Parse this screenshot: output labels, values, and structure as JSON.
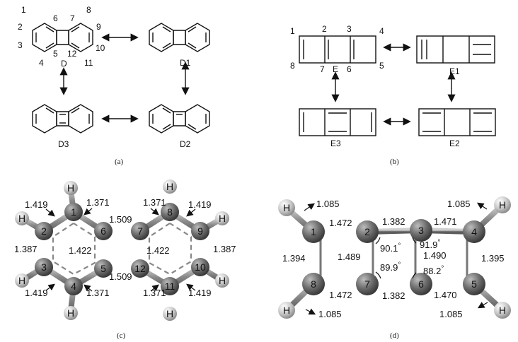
{
  "panels": {
    "a": {
      "caption": "(a)",
      "atom_labels": [
        "1",
        "2",
        "3",
        "4",
        "5",
        "6",
        "7",
        "8",
        "9",
        "10",
        "11",
        "12"
      ],
      "structure_labels": {
        "D": "D",
        "D1": "D1",
        "D2": "D2",
        "D3": "D3"
      }
    },
    "b": {
      "caption": "(b)",
      "atom_labels": [
        "1",
        "2",
        "3",
        "4",
        "5",
        "6",
        "7",
        "8"
      ],
      "structure_labels": {
        "E": "E",
        "E1": "E1",
        "E2": "E2",
        "E3": "E3"
      }
    },
    "c": {
      "caption": "(c)",
      "atoms": [
        "1",
        "2",
        "3",
        "4",
        "5",
        "6",
        "7",
        "8",
        "9",
        "10",
        "11",
        "12"
      ],
      "hydrogen": "H",
      "bond_lengths": {
        "c1h": "1.419",
        "c1_6": "1.371",
        "c6_7": "1.509",
        "c7_8": "1.371",
        "c8h": "1.419",
        "c2_3": "1.387",
        "c6_5": "1.422",
        "c7_12": "1.422",
        "c9_10": "1.387",
        "c5_12": "1.509",
        "c3h": "1.419",
        "c4_5": "1.371",
        "c12_11": "1.371",
        "c11h": "1.419"
      }
    },
    "d": {
      "caption": "(d)",
      "atoms": [
        "1",
        "2",
        "3",
        "4",
        "5",
        "6",
        "7",
        "8"
      ],
      "hydrogen": "H",
      "bond_lengths": {
        "ch1": "1.085",
        "c1_2": "1.472",
        "c2_3": "1.382",
        "c3_4": "1.471",
        "ch4": "1.085",
        "c1_8": "1.394",
        "c2_7": "1.489",
        "c3_6": "1.490",
        "c4_5": "1.395",
        "c8_7": "1.472",
        "c7_6": "1.382",
        "c6_5": "1.470",
        "ch8": "1.085",
        "ch5": "1.085"
      },
      "angles": {
        "a2": "90.1",
        "a3": "91.9",
        "a7": "89.9",
        "a6": "88.2"
      },
      "degree_symbol": "°"
    }
  }
}
